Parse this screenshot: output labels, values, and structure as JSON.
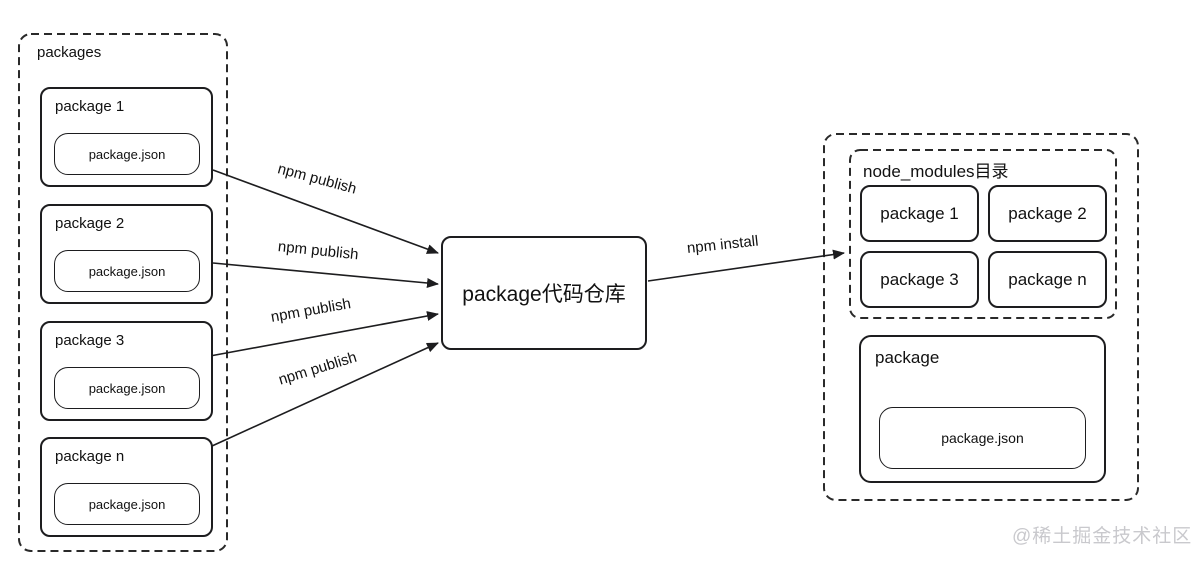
{
  "diagram": {
    "left_group": {
      "title": "packages",
      "packages": [
        {
          "label": "package 1",
          "file": "package.json"
        },
        {
          "label": "package 2",
          "file": "package.json"
        },
        {
          "label": "package 3",
          "file": "package.json"
        },
        {
          "label": "package n",
          "file": "package.json"
        }
      ]
    },
    "registry": {
      "label": "package代码仓库"
    },
    "publish_arrows": [
      {
        "label": "npm publish"
      },
      {
        "label": "npm publish"
      },
      {
        "label": "npm publish"
      },
      {
        "label": "npm publish"
      }
    ],
    "install_arrow": {
      "label": "npm install"
    },
    "right_group": {
      "node_modules": {
        "title": "node_modules目录",
        "packages": [
          "package 1",
          "package 2",
          "package 3",
          "package n"
        ]
      },
      "package_box": {
        "label": "package",
        "file": "package.json"
      }
    },
    "watermark": "@稀土掘金技术社区"
  },
  "colors": {
    "stroke": "#1d1d1f",
    "dashed_stroke": "#2a2a2a",
    "text": "#111111",
    "watermark": "#c9c9cd",
    "background": "#ffffff"
  }
}
